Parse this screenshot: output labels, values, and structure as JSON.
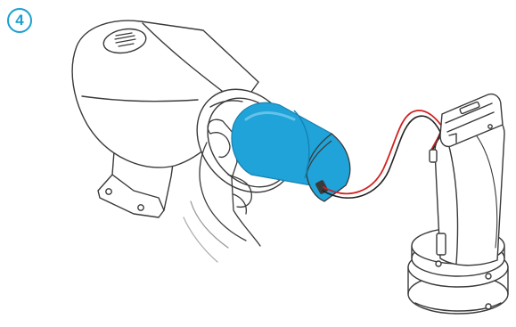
{
  "step": {
    "number": "4"
  },
  "colors": {
    "accent": "#1aa0cf",
    "battery": "#1fa3d8",
    "battery_dark": "#1682b3",
    "outline": "#3a3a3a",
    "wire_red": "#d32020",
    "wire_black": "#222222"
  },
  "icons": {
    "step_badge": "circled-number",
    "housing": "camera-housing",
    "battery": "cylindrical-battery-pack",
    "hand": "hand",
    "camera_module": "camera-module"
  }
}
